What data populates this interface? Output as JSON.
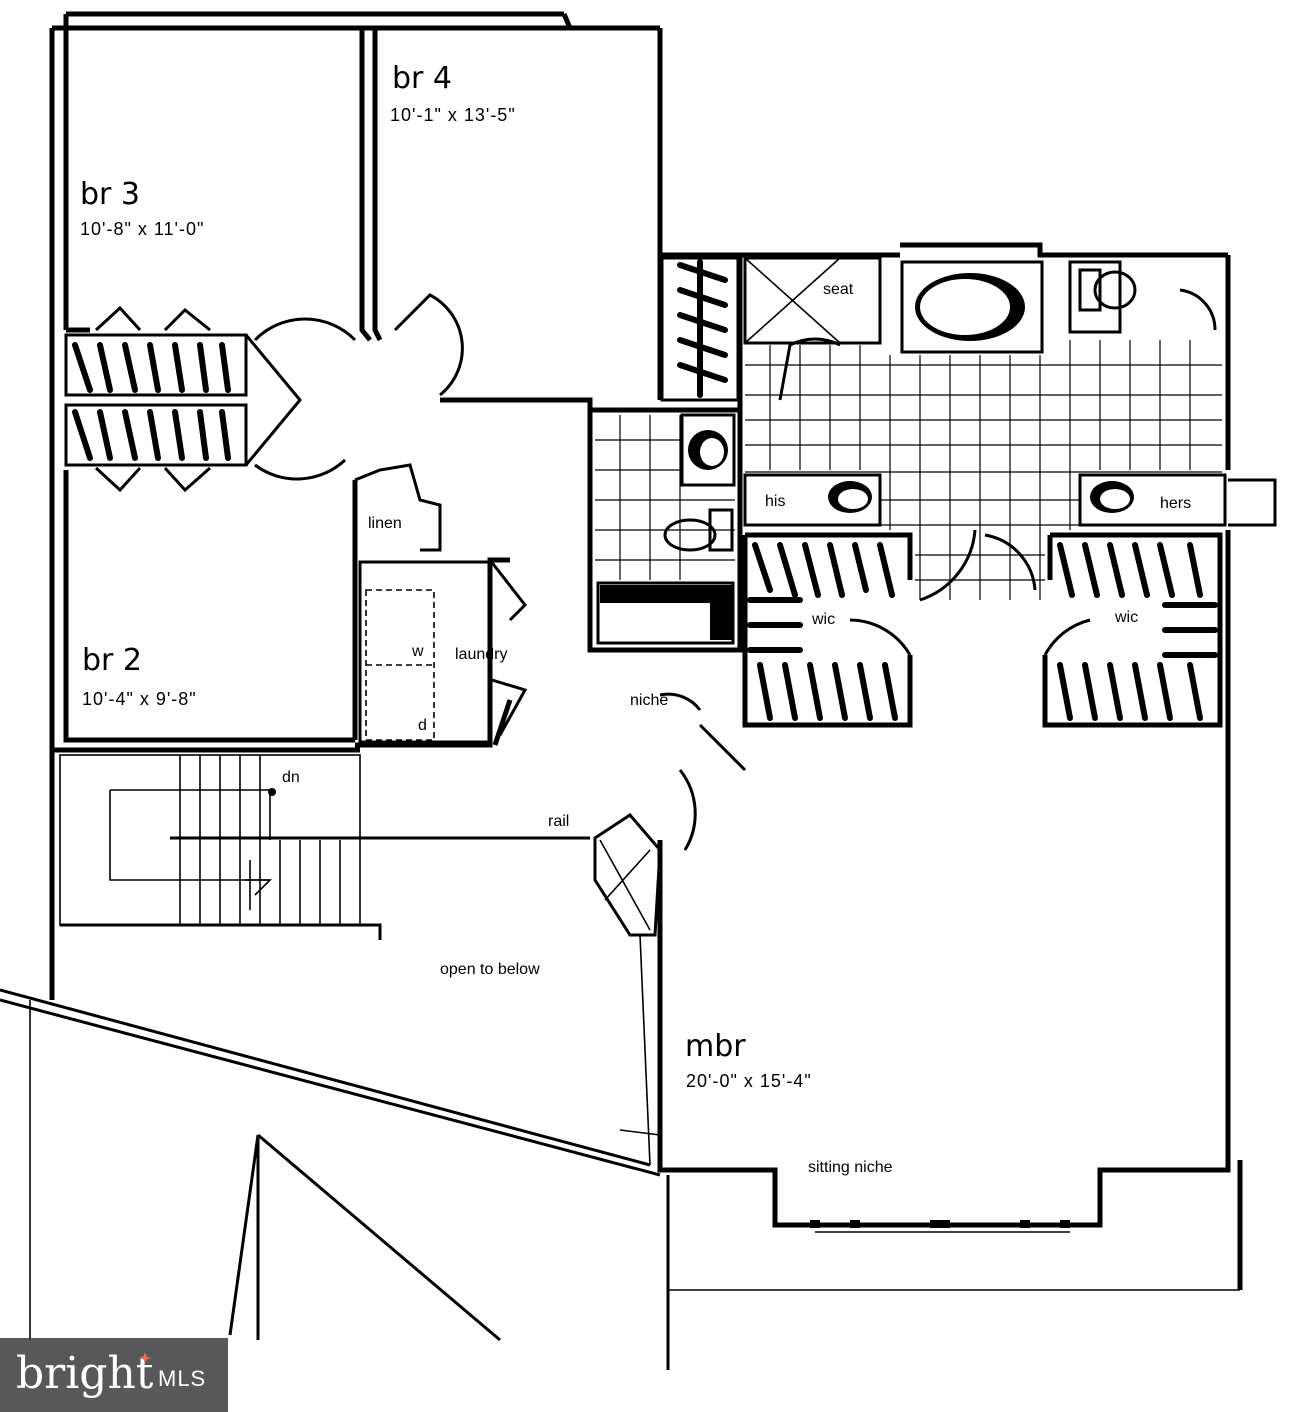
{
  "rooms": {
    "br4": {
      "name": "br 4",
      "size": "10'-1\" x 13'-5\""
    },
    "br3": {
      "name": "br 3",
      "size": "10'-8\" x 11'-0\""
    },
    "br2": {
      "name": "br 2",
      "size": "10'-4\" x 9'-8\""
    },
    "mbr": {
      "name": "mbr",
      "size": "20'-0\" x 15'-4\""
    }
  },
  "labels": {
    "seat": "seat",
    "his": "his",
    "hers": "hers",
    "wic_left": "wic",
    "wic_right": "wic",
    "linen": "linen",
    "laundry": "laundry",
    "washer": "w",
    "dryer": "d",
    "niche": "niche",
    "dn": "dn",
    "rail": "rail",
    "open_to_below": "open to below",
    "sitting_niche": "sitting niche"
  },
  "watermark": {
    "brand": "bright",
    "suffix": "MLS",
    "accent": "#e8533f"
  }
}
